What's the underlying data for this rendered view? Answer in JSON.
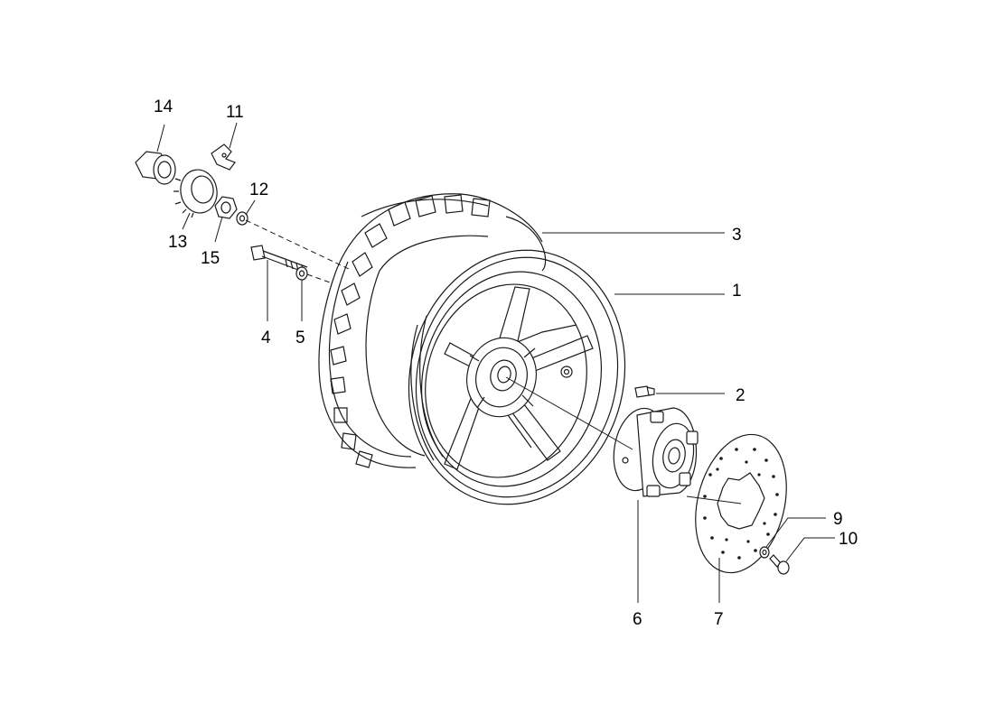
{
  "callouts": {
    "p1": "1",
    "p2": "2",
    "p3": "3",
    "p4": "4",
    "p5": "5",
    "p6": "6",
    "p7": "7",
    "p9": "9",
    "p10": "10",
    "p11": "11",
    "p12": "12",
    "p13": "13",
    "p14": "14",
    "p15": "15"
  }
}
